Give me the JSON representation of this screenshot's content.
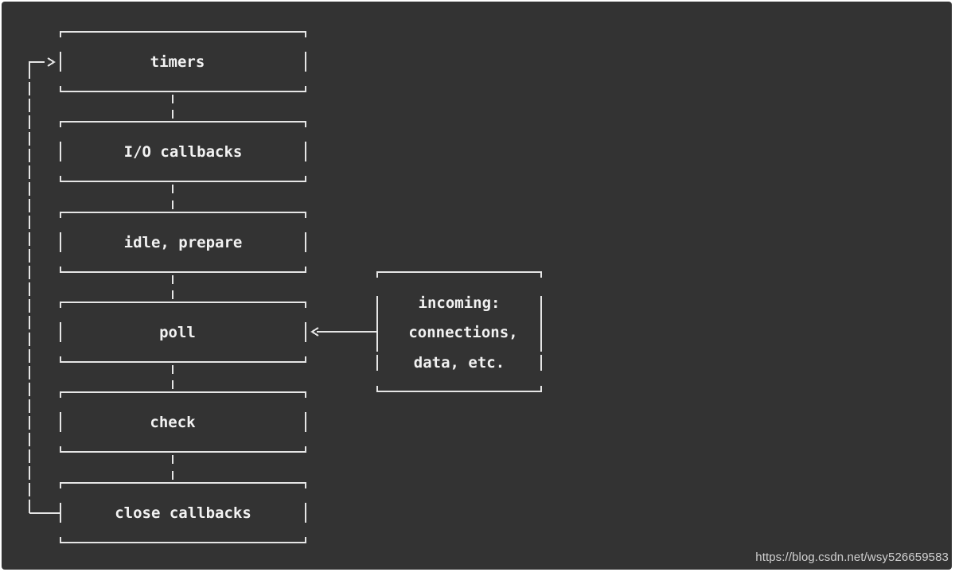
{
  "diagram": {
    "phases": [
      {
        "id": "timers",
        "label": "timers"
      },
      {
        "id": "io-callbacks",
        "label": "I/O callbacks"
      },
      {
        "id": "idle-prepare",
        "label": "idle, prepare"
      },
      {
        "id": "poll",
        "label": "poll"
      },
      {
        "id": "check",
        "label": "check"
      },
      {
        "id": "close-callbacks",
        "label": "close callbacks"
      }
    ],
    "incoming": {
      "lines": [
        "incoming:",
        "connections,",
        "data, etc."
      ]
    },
    "colors": {
      "background": "#333333",
      "foreground": "#f2f2f2"
    }
  },
  "watermark": "https://blog.csdn.net/wsy526659583"
}
